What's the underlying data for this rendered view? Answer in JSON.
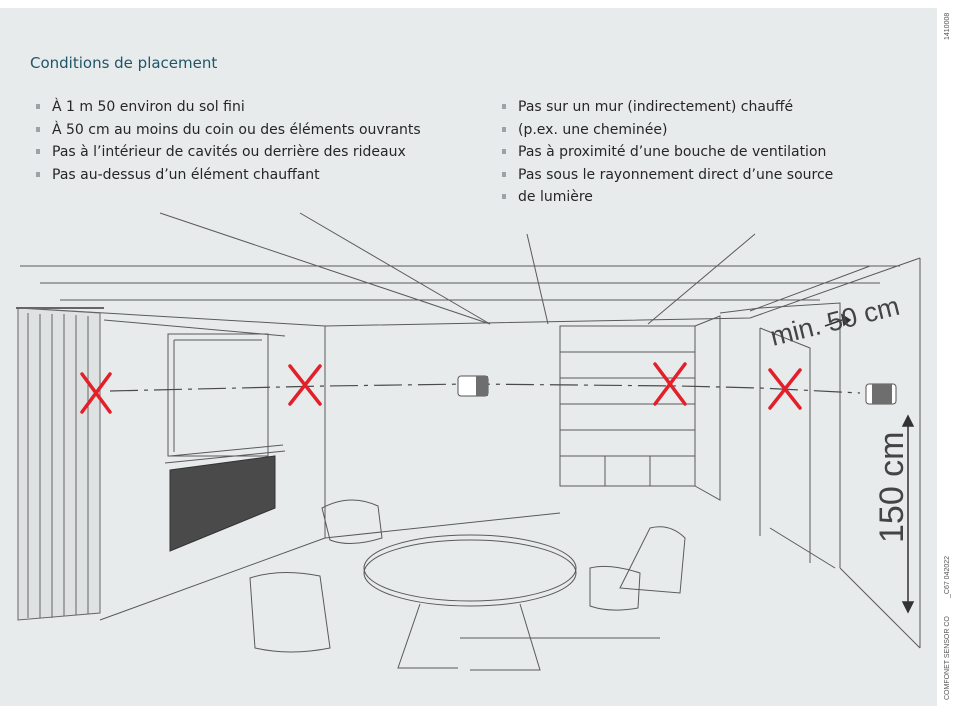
{
  "title": "Conditions de placement",
  "rules_left": [
    "À 1 m 50 environ du sol fini",
    "À 50 cm au moins du coin ou des éléments ouvrants",
    "Pas à l’intérieur de cavités ou derrière des rideaux",
    "Pas au-dessus d’un élément chauffant"
  ],
  "rules_right": [
    "Pas sur un mur (indirectement) chauffé",
    "(p.ex. une cheminée)",
    "Pas à proximité d’une bouche de ventilation",
    "Pas sous le rayonnement direct d’une source",
    "de lumière"
  ],
  "dim_min": "min. 50 cm",
  "dim_height": "150 cm",
  "ref_code": "1410008",
  "doc_code": "_C67 042022",
  "manufacturer": "COMFONET SENSOR CO",
  "colors": {
    "forbidden": "#e3202a",
    "title": "#1f5566",
    "background": "#e8ebec",
    "line": "#5a5a5a"
  },
  "icons": [
    "forbidden-cross-icon",
    "room-sensor-icon"
  ]
}
